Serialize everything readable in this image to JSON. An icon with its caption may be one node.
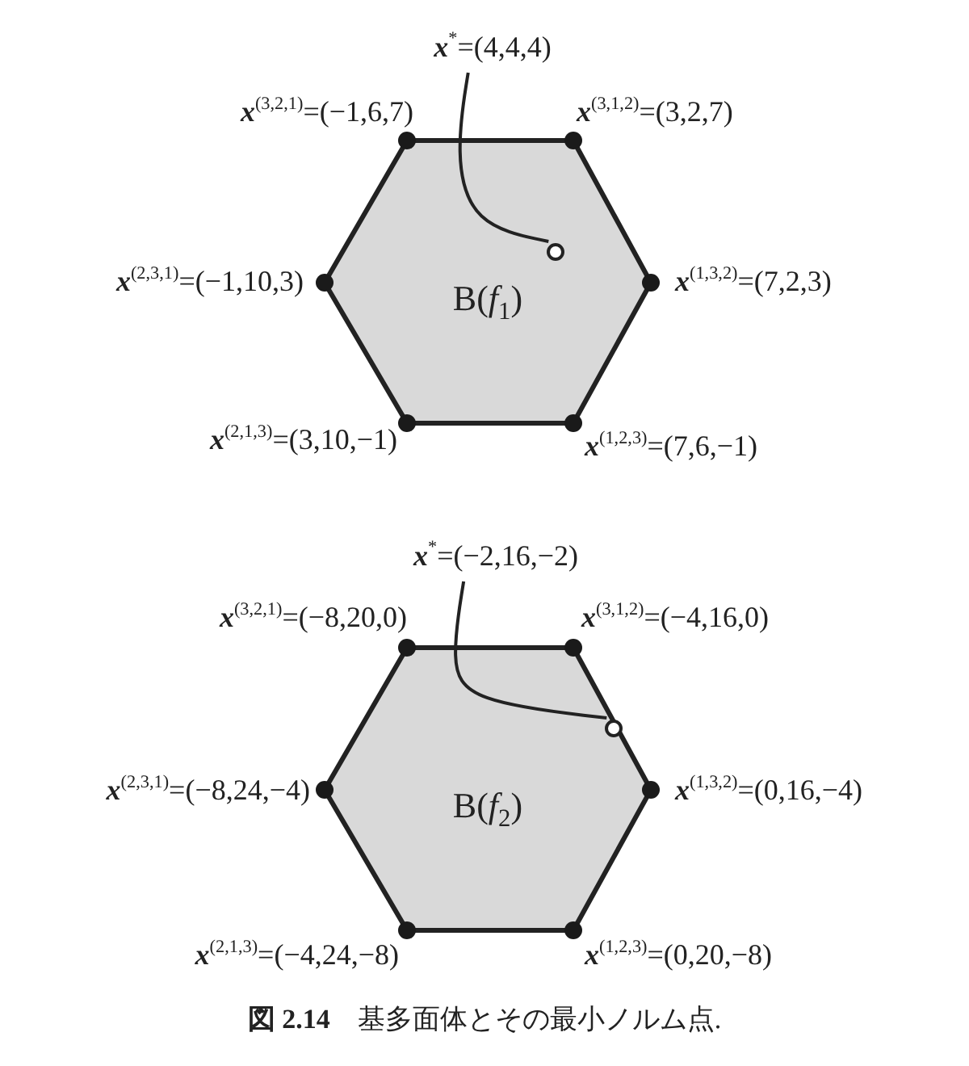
{
  "diagram": {
    "caption": "**図 2.14**　基多面体とその最小ノルム点.",
    "nodes": [
      {
        "text": [
          "B(*f*$_{1}$)"
        ]
      },
      {
        "text": [
          "**x**$^{*}$=(4,4,4)"
        ]
      },
      {
        "text": [],
        "shape": "circle",
        "in": 0
      },
      {
        "text": [
          "B(*f*$_{2}$)"
        ]
      },
      {
        "text": [
          "**x**$^{*}$=(−2,16,−2)"
        ]
      },
      {
        "text": [],
        "shape": "circle",
        "in": 3
      }
    ],
    "edges": [
      {
        "from": 1,
        "to": 2,
        "arrow": "none"
      },
      {
        "from": 4,
        "to": 5,
        "arrow": "none"
      }
    ],
    "labels": [
      "**x**$^{(3,2,1)}$=(−1,6,7)",
      "**x**$^{(3,1,2)}$=(3,2,7)",
      "**x**$^{(2,3,1)}$=(−1,10,3)",
      "**x**$^{(1,3,2)}$=(7,2,3)",
      "**x**$^{(2,1,3)}$=(3,10,−1)",
      "**x**$^{(1,2,3)}$=(7,6,−1)",
      "**x**$^{(3,2,1)}$=(−8,20,0)",
      "**x**$^{(3,1,2)}$=(−4,16,0)",
      "**x**$^{(2,3,1)}$=(−8,24,−4)",
      "**x**$^{(1,3,2)}$=(0,16,−4)",
      "**x**$^{(2,1,3)}$=(−4,24,−8)",
      "**x**$^{(1,2,3)}$=(0,20,−8)"
    ]
  }
}
